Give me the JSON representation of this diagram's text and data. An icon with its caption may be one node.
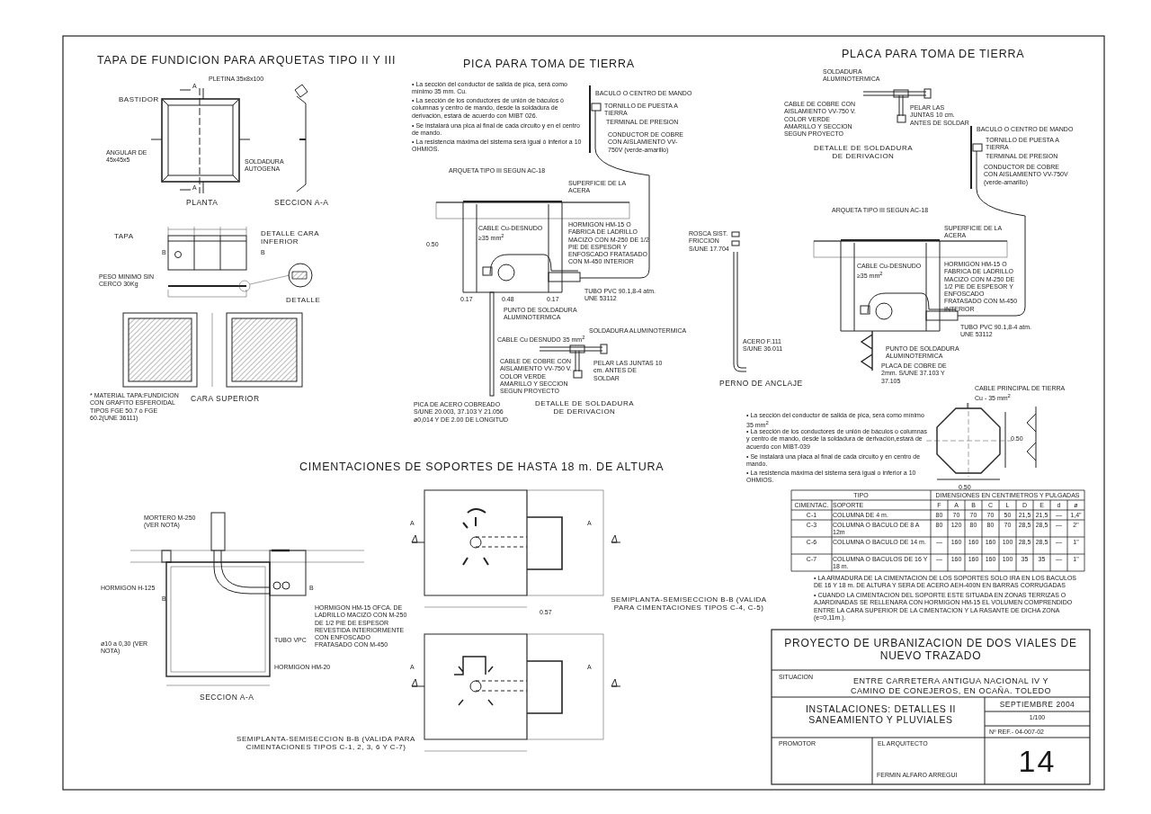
{
  "diagram": {
    "labels": [
      "TAPA DE FUNDICION PARA ARQUETAS TIPO II Y III",
      "BASTIDOR",
      "PLETINA 35x8x100",
      "A",
      "ANGULAR DE 45x45x5",
      "A",
      "SOLDADURA AUTOGENA",
      "PLANTA",
      "SECCION A-A",
      "TAPA",
      "DETALLE CARA INFERIOR",
      "B",
      "B",
      "PESO MINIMO SIN CERCO 30Kg",
      "DETALLE",
      "CARA SUPERIOR",
      "* MATERIAL TAPA:FUNDICION CON GRAFITO ESFEROIDAL TIPOS FGE 50.7 ó FGE 60.2(UNE 36111)",
      "PICA PARA TOMA DE TIERRA",
      "• La sección del conductor de salida de pica, será como mínimo 35 mm. Cu.",
      "• La sección de los conductores de unión de báculos ó columnas y centro de mando, desde la soldadura de derivación, estará de acuerdo con MIBT 026.",
      "• Se instalará una pica al final de cada circuito y en el centro de mando.",
      "• La resistencia máxima del sistema será igual ó inferior a 10 OHMIOS.",
      "BACULO O CENTRO DE MANDO",
      "TORNILLO DE PUESTA A TIERRA",
      "TERMINAL DE PRESION",
      "CONDUCTOR DE COBRE CON AISLAMIENTO VV-750V (verde-amarillo)",
      "ARQUETA TIPO III SEGUN AC-18",
      "SUPERFICIE DE LA ACERA",
      "0.50",
      "CABLE Cu-DESNUDO ≥35 mm$^{2}$",
      "HORMIGON HM-15 O FABRICA DE LADRILLO MACIZO CON M-250 DE 1/2 PIE DE ESPESOR Y ENFOSCADO FRATASADO CON M-450 INTERIOR",
      "TUBO PVC 90.1,8-4 atm. UNE 53112",
      "0.17",
      "0.48",
      "0.17",
      "PUNTO DE SOLDADURA ALUMINOTERMICA",
      "SOLDADURA ALUMINOTERMICA",
      "CABLE Cu DESNUDO 35 mm$^{2}$",
      "CABLE DE COBRE CON AISLAMIENTO VV-750 V. COLOR VERDE AMARILLO Y SECCION SEGUN PROYECTO",
      "PELAR LAS JUNTAS 10 cm. ANTES DE SOLDAR",
      "DETALLE DE SOLDADURA DE DERIVACION",
      "PICA DE ACERO COBREADO S/UNE 20.003, 37.103 Y 21.056 ø0,014 Y DE 2.00 DE LONGITUD",
      "PLACA PARA TOMA DE TIERRA",
      "SOLDADURA ALUMINOTERMICA",
      "CABLE DE COBRE CON AISLAMIENTO VV-750 V. COLOR VERDE AMARILLO Y SECCION SEGUN PROYECTO",
      "PELAR LAS JUNTAS 10 cm. ANTES DE SOLDAR",
      "DETALLE DE SOLDADURA DE DERIVACION",
      "BACULO O CENTRO DE MANDO",
      "TORNILLO DE PUESTA A TIERRA",
      "TERMINAL DE PRESION",
      "CONDUCTOR DE COBRE CON AISLAMIENTO VV-750V (verde-amarillo)",
      "ARQUETA TIPO III SEGUN AC-18",
      "SUPERFICIE DE LA ACERA",
      "ROSCA SIST. FRICCION S/UNE 17.704",
      "CABLE Cu-DESNUDO ≥35 mm$^{2}$",
      "HORMIGON HM-15 O FABRICA DE LADRILLO MACIZO CON M-250 DE 1/2 PIE DE ESPESOR Y ENFOSCADO FRATASADO CON M-450 INTERIOR",
      "TUBO PVC 90.1,8-4 atm. UNE 53112",
      "ACERO F.111 S/UNE 36.011",
      "PUNTO DE SOLDADURA ALUMINOTERMICA",
      "PLACA DE COBRE DE 2mm. S/UNE 37.103 Y 37.105",
      "PERNO DE ANCLAJE",
      "CABLE PRINCIPAL DE TIERRA Cu - 35 mm$^{2}$",
      "0.50",
      "0.50",
      "• La sección del conductor de salida de pica, será como mínimo 35 mm$^{2}$",
      "• La sección de los conductores de unión de báculos o columnas y centro de mando, desde la soldadura de derivación,estará de acuerdo con MIBT-039",
      "• Se instalará una placa al final de cada circuito y en centro de mando.",
      "• La resistencia máxima del sistema será igual o inferior a 10 OHMIOS.",
      "TIPO",
      "DIMENSIONES EN CENTIMETROS Y PULGADAS",
      "CIMENTAC.",
      "SOPORTE",
      "F",
      "A",
      "B",
      "C",
      "L",
      "D",
      "E",
      "d",
      "ø",
      "C-1",
      "COLUMNA DE 4 m.",
      "80",
      "70",
      "70",
      "70",
      "50",
      "21,5",
      "21,5",
      "—",
      "1,4\"",
      "C-3",
      "COLUMNA O BACULO DE 8 A 12m",
      "80",
      "120",
      "80",
      "80",
      "70",
      "28,5",
      "28,5",
      "—",
      "2\"",
      "C-6",
      "COLUMNA O BACULO DE 14 m.",
      "—",
      "160",
      "160",
      "160",
      "100",
      "28,5",
      "28,5",
      "—",
      "1\"",
      "C-7",
      "COLUMNA O BACULOS DE 16 Y 18 m.",
      "—",
      "160",
      "160",
      "160",
      "100",
      "35",
      "35",
      "—",
      "1\"",
      "• LA ARMADURA DE LA CIMENTACION DE LOS SOPORTES SOLO IRA EN LOS BACULOS DE 16 Y 18 m. DE ALTURA Y SERA DE ACERO AEH-400N EN BARRAS CORRUGADAS",
      "• CUANDO LA CIMENTACION DEL SOPORTE ESTE SITUADA EN ZONAS TERRIZAS O AJARDINADAS SE RELLENARA CON HORMIGON HM-15 EL VOLUMEN COMPRENDIDO ENTRE LA CARA SUPERIOR DE LA CIMENTACION Y LA RASANTE DE DICHA ZONA (e=0,11m.).",
      "CIMENTACIONES DE SOPORTES DE HASTA 18 m. DE ALTURA",
      "MORTERO M-250 (VER NOTA)",
      "HORMIGON H-125",
      "HORMIGON HM-15 OFCA. DE LADRILLO MACIZO CON M-250 DE 1/2 PIE DE ESPESOR REVESTIDA INTERIORMENTE CON ENFOSCADO FRATASADO CON M-450",
      "TUBO VPC",
      "ø10 a 0,30 (VER NOTA)",
      "HORMIGON HM-20",
      "SECCION A-A",
      "SEMIPLANTA-SEMISECCION B-B (VALIDA PARA CIMENTACIONES TIPOS C-1, 2, 3, 6 Y C-7)",
      "SEMIPLANTA-SEMISECCION B-B (VALIDA PARA CIMENTACIONES TIPOS C-4, C-5)",
      "0.57",
      "A",
      "A",
      "A",
      "A",
      "B",
      "B",
      "PROYECTO DE URBANIZACION DE DOS VIALES DE NUEVO TRAZADO",
      "SITUACION",
      "ENTRE CARRETERA ANTIGUA NACIONAL IV Y CAMINO DE CONEJEROS, EN OCAÑA. TOLEDO",
      "INSTALACIONES: DETALLES II SANEAMIENTO Y PLUVIALES",
      "SEPTIEMBRE 2004",
      "1/100",
      "Nº REF.- 04-007-02",
      "PROMOTOR",
      "EL ARQUITECTO",
      "FERMIN ALFARO ARREGUI",
      "14"
    ]
  }
}
